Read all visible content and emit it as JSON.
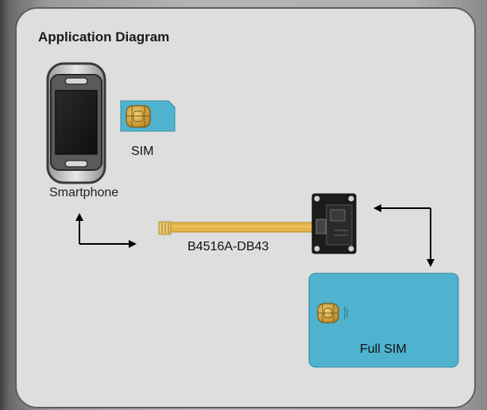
{
  "diagram": {
    "title": "Application Diagram",
    "labels": {
      "sim": "SIM",
      "smartphone": "Smartphone",
      "adapter": "B4516A-DB43",
      "full_sim": "Full SIM"
    },
    "colors": {
      "panel_fill": "#dedede",
      "panel_border": "#5f5f5f",
      "sim_card": "#4fb3cf",
      "flex_cable": "#e3b54a",
      "chip_gold": "#d9a441",
      "phone_body": "#3a3a3a",
      "board": "#1c1c1c"
    },
    "icons": [
      "smartphone-icon",
      "sim-card-icon",
      "flex-cable-icon",
      "adapter-board-icon",
      "full-sim-card-icon"
    ]
  }
}
